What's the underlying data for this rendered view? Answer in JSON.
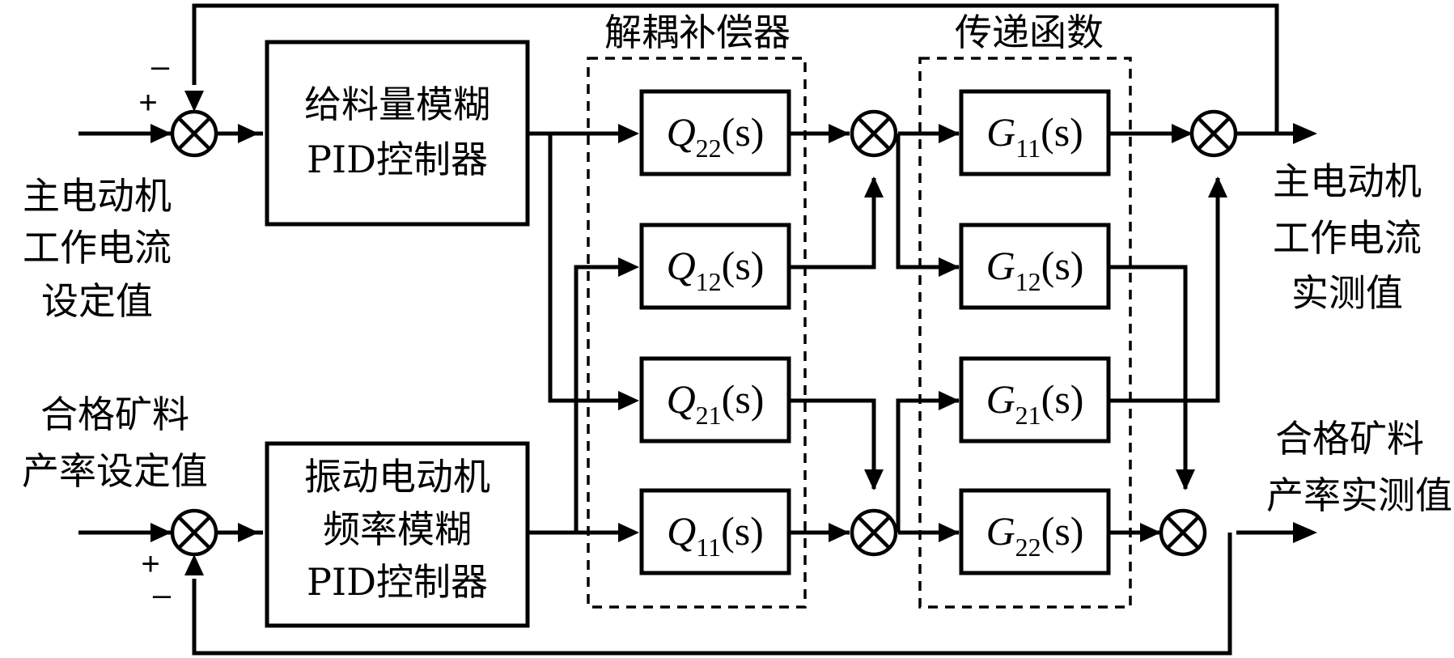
{
  "groups": {
    "decoupler_title": "解耦补偿器",
    "transfer_title": "传递函数"
  },
  "controllers": {
    "feed": {
      "line1": "给料量模糊",
      "line2": "PID控制器"
    },
    "vibration": {
      "line1": "振动电动机",
      "line2": "频率模糊",
      "line3": "PID控制器"
    }
  },
  "decoupler_blocks": [
    {
      "id": "Q22",
      "letter": "Q",
      "sub": "22",
      "arg": "(s)"
    },
    {
      "id": "Q12",
      "letter": "Q",
      "sub": "12",
      "arg": "(s)"
    },
    {
      "id": "Q21",
      "letter": "Q",
      "sub": "21",
      "arg": "(s)"
    },
    {
      "id": "Q11",
      "letter": "Q",
      "sub": "11",
      "arg": "(s)"
    }
  ],
  "transfer_blocks": [
    {
      "id": "G11",
      "letter": "G",
      "sub": "11",
      "arg": "(s)"
    },
    {
      "id": "G12",
      "letter": "G",
      "sub": "12",
      "arg": "(s)"
    },
    {
      "id": "G21",
      "letter": "G",
      "sub": "21",
      "arg": "(s)"
    },
    {
      "id": "G22",
      "letter": "G",
      "sub": "22",
      "arg": "(s)"
    }
  ],
  "inputs": {
    "top": {
      "line1": "主电动机",
      "line2": "工作电流",
      "line3": "设定值"
    },
    "bottom": {
      "line1": "合格矿料",
      "line2": "产率设定值"
    }
  },
  "outputs": {
    "top": {
      "line1": "主电动机",
      "line2": "工作电流",
      "line3": "实测值"
    },
    "bottom": {
      "line1": "合格矿料",
      "line2": "产率实测值"
    }
  },
  "signs": {
    "plus": "+",
    "minus": "–"
  }
}
